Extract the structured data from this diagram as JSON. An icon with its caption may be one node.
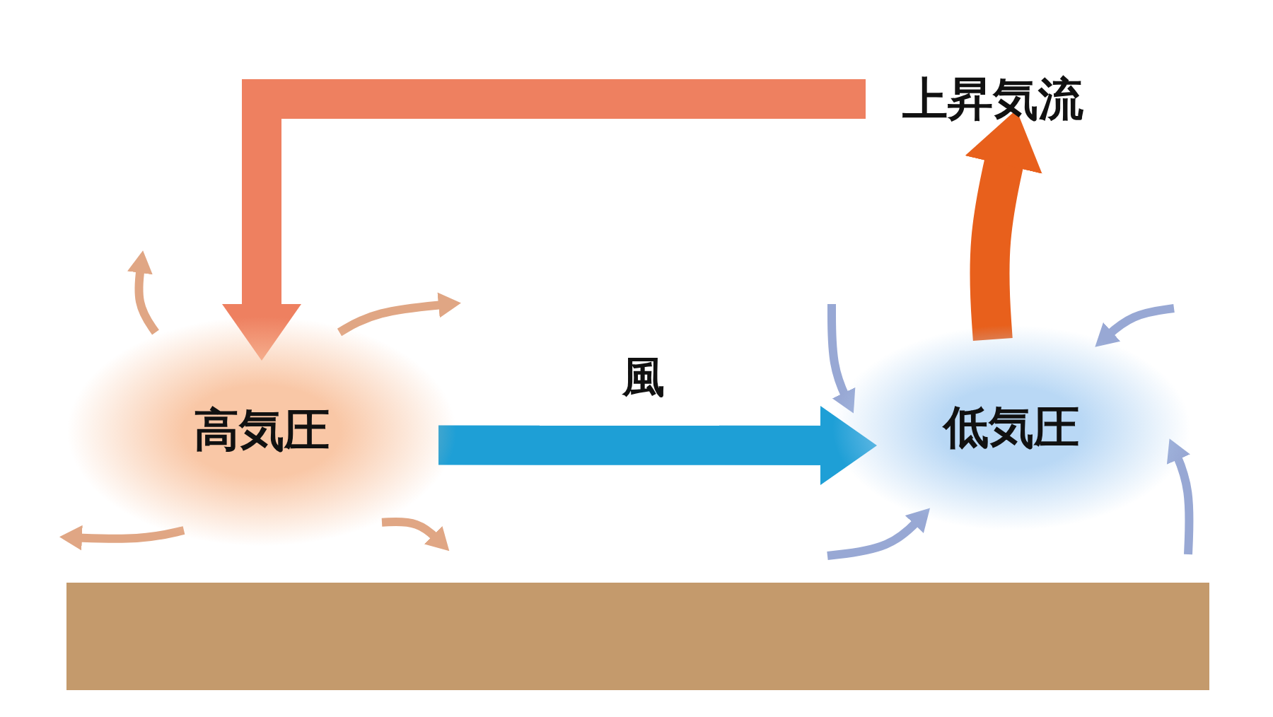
{
  "diagram": {
    "nodes": [
      {
        "text": [
          "高気圧"
        ]
      },
      {
        "text": [
          "低気圧"
        ]
      },
      {
        "text": [
          "上昇気流"
        ]
      }
    ],
    "edges": [
      {
        "from": 0,
        "to": 1,
        "arrow": "to",
        "label": "風",
        "style": "thick",
        "color": "#1e9fd6"
      },
      {
        "from": 1,
        "to": 2,
        "arrow": "to",
        "style": "thick",
        "color": "#e8601c"
      },
      {
        "from": 2,
        "to": 0,
        "arrow": "to",
        "style": "thick",
        "color": "#ee8060"
      },
      {
        "from": 0,
        "to": null,
        "arrow": "to",
        "color": "#e0a684"
      },
      {
        "from": 0,
        "to": null,
        "arrow": "to",
        "color": "#e0a684"
      },
      {
        "from": 0,
        "to": null,
        "arrow": "to",
        "color": "#e0a684"
      },
      {
        "from": 0,
        "to": null,
        "arrow": "to",
        "color": "#e0a684"
      },
      {
        "from": null,
        "to": 1,
        "arrow": "to",
        "color": "#98a8d4"
      },
      {
        "from": null,
        "to": 1,
        "arrow": "to",
        "color": "#98a8d4"
      },
      {
        "from": null,
        "to": 1,
        "arrow": "to",
        "color": "#98a8d4"
      },
      {
        "from": null,
        "to": 1,
        "arrow": "to",
        "color": "#98a8d4"
      }
    ]
  }
}
